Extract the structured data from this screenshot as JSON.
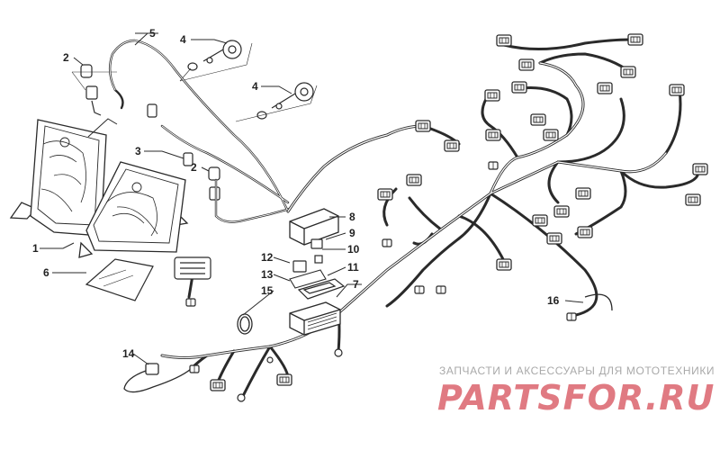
{
  "diagram": {
    "callouts": [
      {
        "id": "c1",
        "number": "1"
      },
      {
        "id": "c2a",
        "number": "2"
      },
      {
        "id": "c2b",
        "number": "2"
      },
      {
        "id": "c3",
        "number": "3"
      },
      {
        "id": "c4a",
        "number": "4"
      },
      {
        "id": "c4b",
        "number": "4"
      },
      {
        "id": "c5",
        "number": "5"
      },
      {
        "id": "c6",
        "number": "6"
      },
      {
        "id": "c7",
        "number": "7"
      },
      {
        "id": "c8",
        "number": "8"
      },
      {
        "id": "c9",
        "number": "9"
      },
      {
        "id": "c10",
        "number": "10"
      },
      {
        "id": "c11",
        "number": "11"
      },
      {
        "id": "c12",
        "number": "12"
      },
      {
        "id": "c13",
        "number": "13"
      },
      {
        "id": "c14",
        "number": "14"
      },
      {
        "id": "c15",
        "number": "15"
      },
      {
        "id": "c16",
        "number": "16"
      }
    ]
  },
  "watermark": {
    "tagline": "ЗАПЧАСТИ И АКСЕССУАРЫ ДЛЯ МОТОТЕХНИКИ",
    "brand": "PARTSFOR.RU",
    "color": "#e07a82"
  },
  "colors": {
    "line": "#2a2a2a",
    "watermark_tagline": "#a9a9a9"
  }
}
